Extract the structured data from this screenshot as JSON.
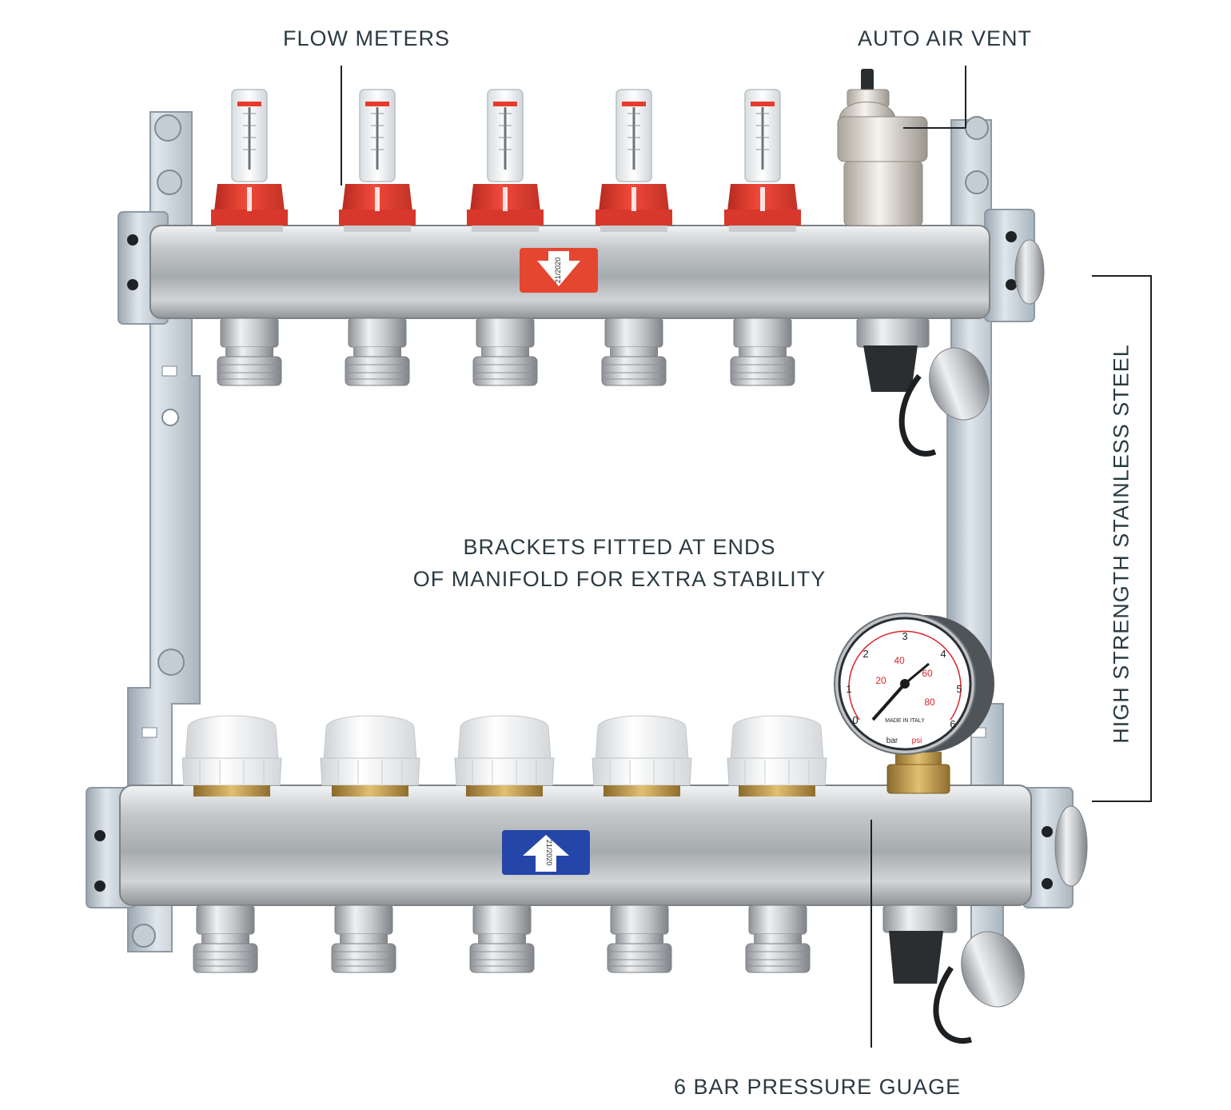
{
  "labels": {
    "flow_meters": "FLOW METERS",
    "auto_air_vent": "AUTO AIR VENT",
    "brackets_line1": "BRACKETS FITTED AT ENDS",
    "brackets_line2": "OF MANIFOLD FOR EXTRA STABILITY",
    "stainless_steel": "HIGH STRENGTH STAINLESS STEEL",
    "pressure_gauge": "6 BAR PRESSURE GUAGE"
  },
  "stickers": {
    "top": "21/2020",
    "bottom": "21/2020"
  },
  "gauge": {
    "bar_ticks": [
      "0",
      "1",
      "2",
      "3",
      "4",
      "5",
      "6"
    ],
    "psi_ticks": [
      "20",
      "40",
      "60",
      "80"
    ],
    "unit_bar": "bar",
    "unit_psi": "psi",
    "made_in": "MADE IN ITALY"
  },
  "colors": {
    "text": "#2b3a42",
    "flow_cap": "#e63b2e",
    "supply_sticker": "#e4462f",
    "return_sticker": "#2446a8",
    "steel": "#bfc3c6",
    "bracket": "#c9d2da"
  }
}
